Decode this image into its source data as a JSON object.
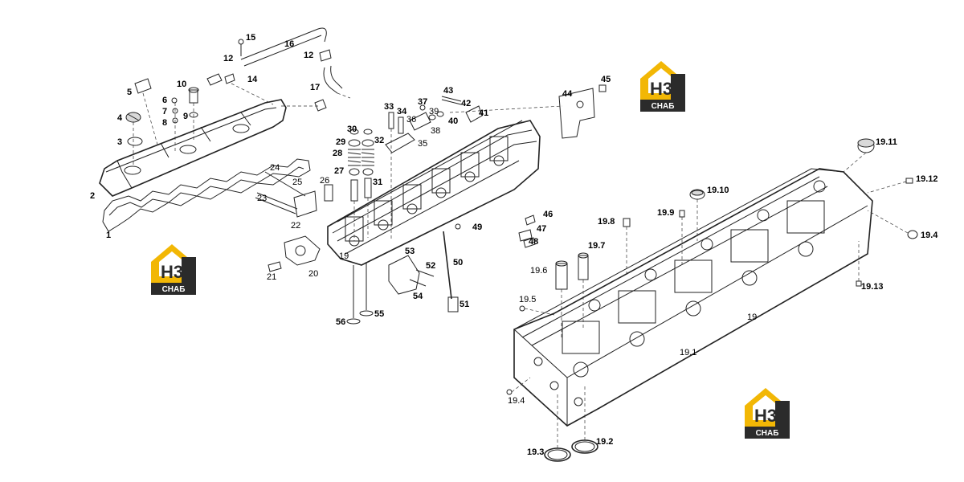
{
  "brand": {
    "logo_letters": "H3",
    "logo_caption": "СНАБ",
    "colors": {
      "yellow": "#f2b705",
      "dark": "#2b2b2b",
      "white": "#ffffff"
    }
  },
  "labels": {
    "l1": "1",
    "l2": "2",
    "l3": "3",
    "l4": "4",
    "l5": "5",
    "l6": "6",
    "l7": "7",
    "l8": "8",
    "l9": "9",
    "l10": "10",
    "l12a": "12",
    "l12b": "12",
    "l14": "14",
    "l15": "15",
    "l16": "16",
    "l17": "17",
    "l19": "19",
    "l20": "20",
    "l21": "21",
    "l22": "22",
    "l23": "23",
    "l24": "24",
    "l25": "25",
    "l26": "26",
    "l27": "27",
    "l28": "28",
    "l29": "29",
    "l30": "30",
    "l31": "31",
    "l32": "32",
    "l33": "33",
    "l34": "34",
    "l35": "35",
    "l36": "36",
    "l37": "37",
    "l38": "38",
    "l39": "39",
    "l40": "40",
    "l41": "41",
    "l42": "42",
    "l43": "43",
    "l44": "44",
    "l45": "45",
    "l46": "46",
    "l47": "47",
    "l48": "48",
    "l49": "49",
    "l50": "50",
    "l51": "51",
    "l52": "52",
    "l53": "53",
    "l54": "54",
    "l55": "55",
    "l56": "56",
    "l19main": "19",
    "l19_1": "19.1",
    "l19_2": "19.2",
    "l19_3": "19.3",
    "l19_4a": "19.4",
    "l19_4b": "19.4",
    "l19_5": "19.5",
    "l19_6": "19.6",
    "l19_7": "19.7",
    "l19_8": "19.8",
    "l19_9": "19.9",
    "l19_10": "19.10",
    "l19_11": "19.11",
    "l19_12": "19.12",
    "l19_13": "19.13"
  }
}
